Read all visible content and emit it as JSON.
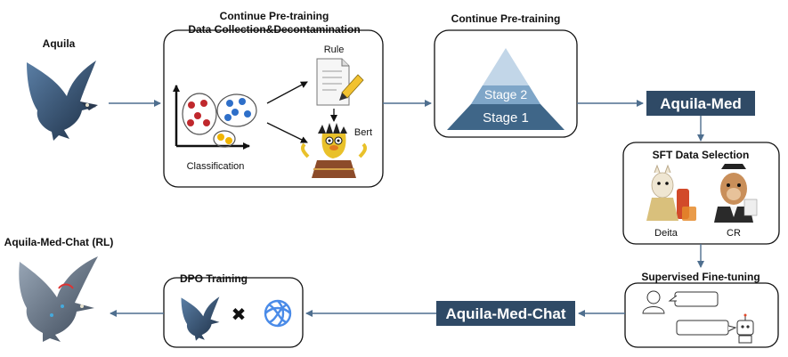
{
  "nodes": {
    "aquila": {
      "title": "Aquila"
    },
    "data_collection": {
      "title_line1": "Continue Pre-training",
      "title_line2": "Data Collection&Decontamination",
      "classification_label": "Classification",
      "rule_label": "Rule",
      "bert_label": "Bert"
    },
    "pretraining": {
      "title": "Continue Pre-training",
      "stage2": "Stage 2",
      "stage1": "Stage 1"
    },
    "aquila_med": {
      "label": "Aquila-Med"
    },
    "sft_selection": {
      "title": "SFT Data Selection",
      "deita_label": "Deita",
      "cr_label": "CR"
    },
    "supervised_finetuning": {
      "title": "Supervised Fine-tuning"
    },
    "aquila_med_chat": {
      "label": "Aquila-Med-Chat"
    },
    "dpo": {
      "title": "DPO Training",
      "times_symbol": "✖"
    },
    "aquila_med_chat_rl": {
      "title": "Aquila-Med-Chat (RL)"
    }
  },
  "colors": {
    "arrow": "#4f6f8f",
    "dark_box": "#2f4a66",
    "stage1": "#3f6688",
    "stage2": "#7fa6c8",
    "triangle_top": "#c2d6e8"
  },
  "icons": [
    "eagle-icon",
    "document-icon",
    "pencil-icon",
    "bert-puppet-icon",
    "alpaca-icon",
    "openai-logo-icon",
    "robot-icon",
    "user-icon",
    "chat-bubble-icon"
  ]
}
